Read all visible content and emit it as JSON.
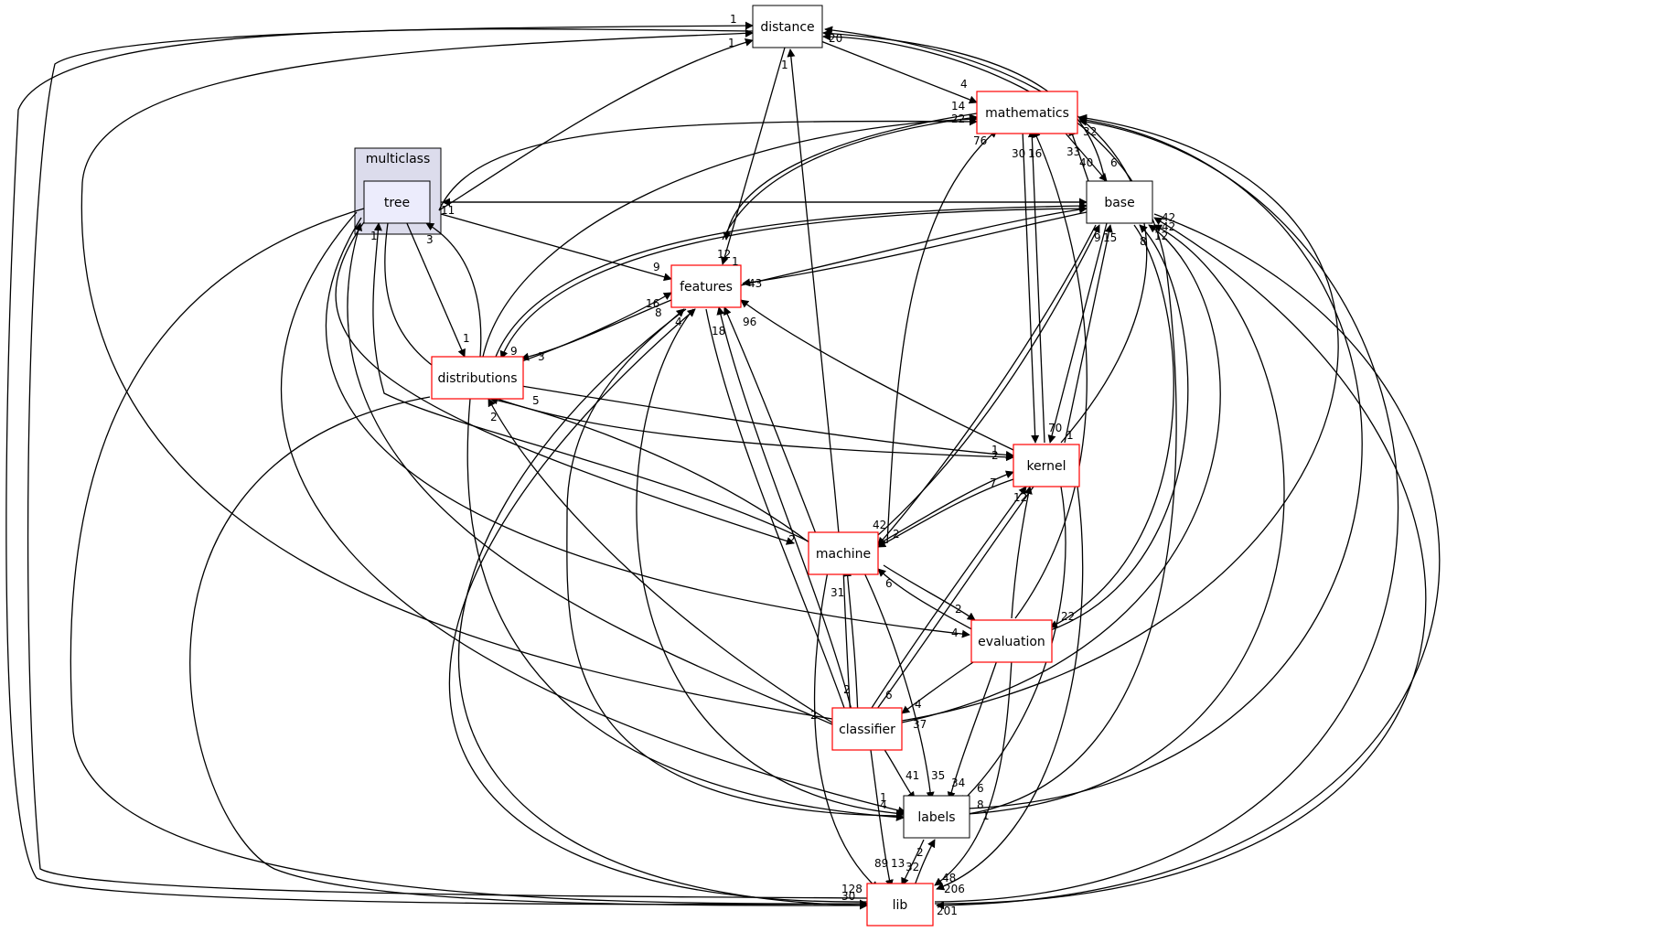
{
  "colors": {
    "node_default": "#000000",
    "node_highlight": "#ff0000",
    "cluster_fill": "#dcdcec",
    "cluster_stroke": "#000000",
    "current_fill": "#ececfc"
  },
  "diagram": {
    "cluster": {
      "label": "multiclass"
    },
    "nodes": {
      "distance": "distance",
      "mathematics": "mathematics",
      "tree": "tree",
      "base": "base",
      "features": "features",
      "distributions": "distributions",
      "kernel": "kernel",
      "machine": "machine",
      "evaluation": "evaluation",
      "classifier": "classifier",
      "labels": "labels",
      "lib": "lib"
    },
    "edge_labels": {
      "l1": "1",
      "l2": "1",
      "l3": "1",
      "l4": "20",
      "l5": "4",
      "l6": "14",
      "l7": "22",
      "l8": "76",
      "l9": "30",
      "l10": "16",
      "l11": "33",
      "l12": "40",
      "l13": "6",
      "l14": "32",
      "l15": "11",
      "l16": "1",
      "l17": "3",
      "l18": "9",
      "l19": "16",
      "l20": "8",
      "l21": "12",
      "l22": "1",
      "l23": "43",
      "l24": "96",
      "l25": "18",
      "l26": "4",
      "l27": "1",
      "l28": "9",
      "l29": "3",
      "l30": "5",
      "l31": "2",
      "l32": "9",
      "l33": "15",
      "l34": "8",
      "l35": "12",
      "l36": "42",
      "l37": "70",
      "l38": "1",
      "l39": "1",
      "l40": "2",
      "l41": "7",
      "l42": "12",
      "l43": "42",
      "l44": "2",
      "l45": "2",
      "l46": "31",
      "l47": "6",
      "l48": "2",
      "l49": "4",
      "l50": "22",
      "l51": "2",
      "l52": "6",
      "l53": "4",
      "l54": "37",
      "l55": "2",
      "l56": "41",
      "l57": "35",
      "l58": "34",
      "l59": "6",
      "l60": "8",
      "l61": "1",
      "l62": "4",
      "l63": "1",
      "l64": "2",
      "l65": "89",
      "l66": "13",
      "l67": "32",
      "l68": "48",
      "l69": "206",
      "l70": "201",
      "l71": "128",
      "l72": "30",
      "l73": "42"
    }
  }
}
